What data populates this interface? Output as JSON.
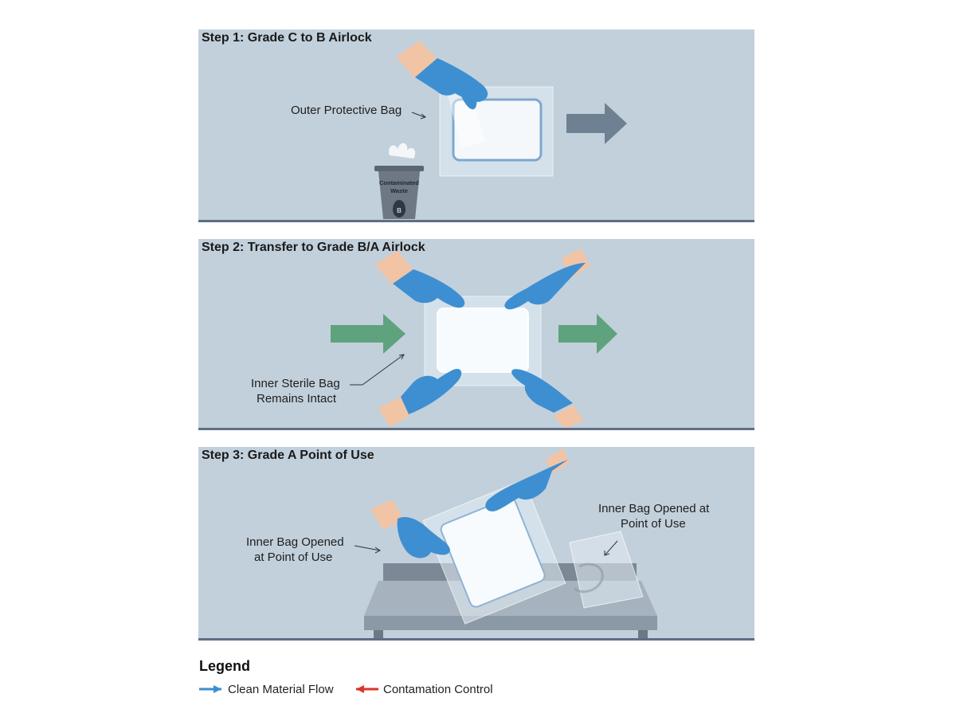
{
  "steps": [
    {
      "title": "Step 1: Grade C to B Airlock",
      "annotations": {
        "outer_bag": "Outer Protective Bag"
      },
      "waste_bin_label": [
        "Contaminated",
        "Waste"
      ]
    },
    {
      "title": "Step 2: Transfer to Grade B/A Airlock",
      "annotations": {
        "inner_bag": [
          "Inner Sterile Bag",
          "Remains Intact"
        ]
      }
    },
    {
      "title": "Step 3: Grade A Point of Use",
      "annotations": {
        "left": [
          "Inner Bag Opened",
          "at Point of Use"
        ],
        "right": [
          "Inner Bag Opened at",
          "Point of Use"
        ]
      }
    }
  ],
  "legend": {
    "title": "Legend",
    "items": [
      {
        "label": "Clean Material Flow",
        "color": "#3a8fd0"
      },
      {
        "label": "Contamation Control",
        "color": "#d9352b"
      }
    ]
  },
  "colors": {
    "panel_bg": "#c2d0db",
    "glove": "#3e8fd2",
    "skin": "#f2c4a6",
    "gray_arrow": "#6e8193",
    "green_arrow": "#5fa37e",
    "bag_outline": "#7ea8cf"
  }
}
